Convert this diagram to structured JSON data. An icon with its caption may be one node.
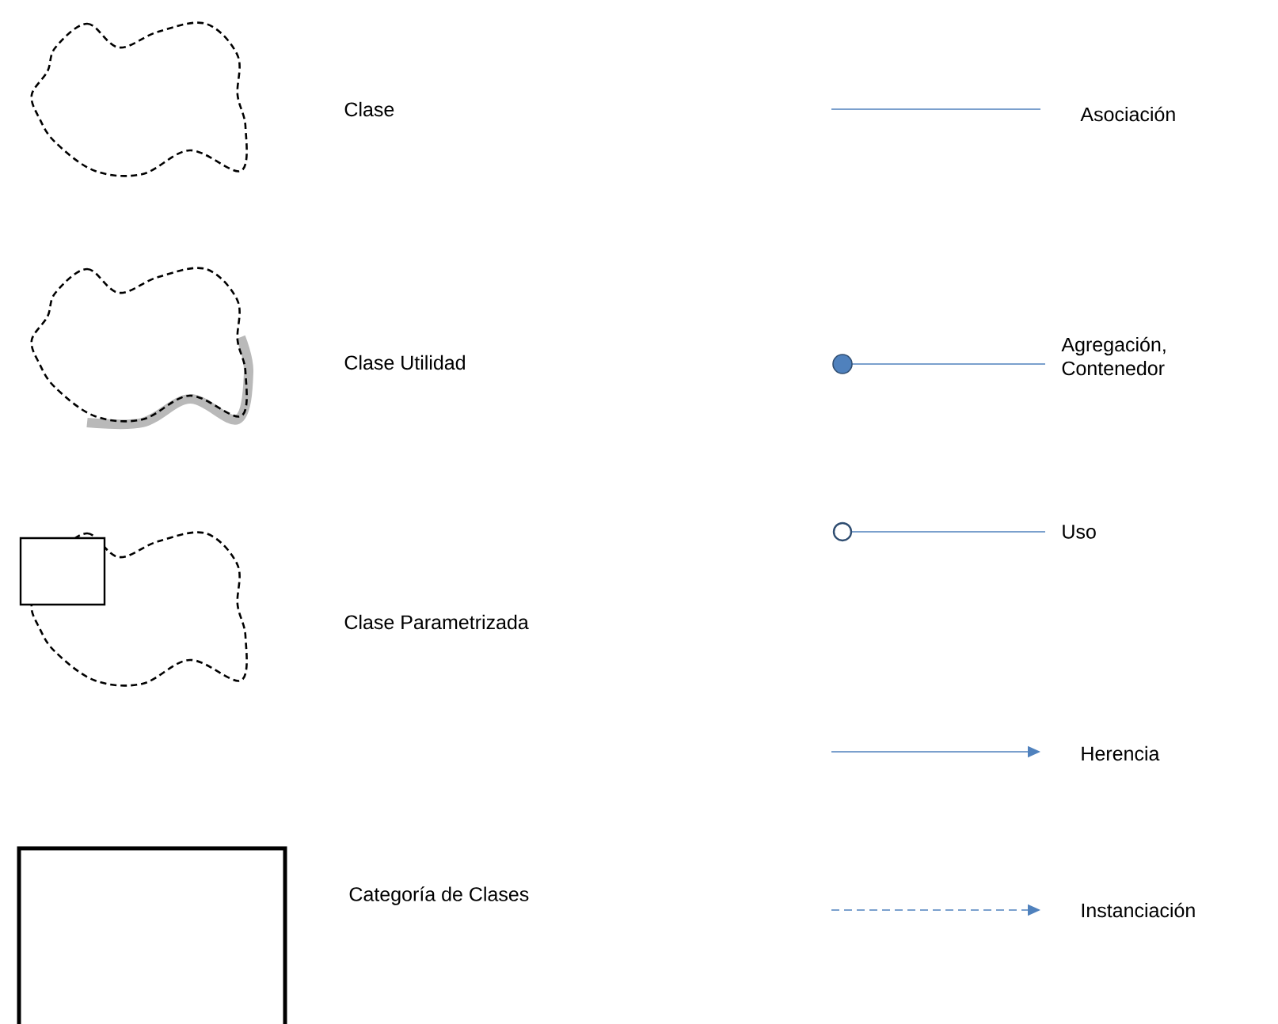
{
  "diagram": {
    "legend": [
      {
        "text": "Clase"
      },
      {
        "text": "Asociación"
      },
      {
        "text": "Clase Utilidad"
      },
      {
        "text": "Agregación, Contenedor"
      },
      {
        "text": "Clase Parametrizada"
      },
      {
        "text": "Uso"
      },
      {
        "text": "Herencia"
      },
      {
        "text": "Categoría de Clases"
      },
      {
        "text": "Instanciación"
      }
    ]
  }
}
